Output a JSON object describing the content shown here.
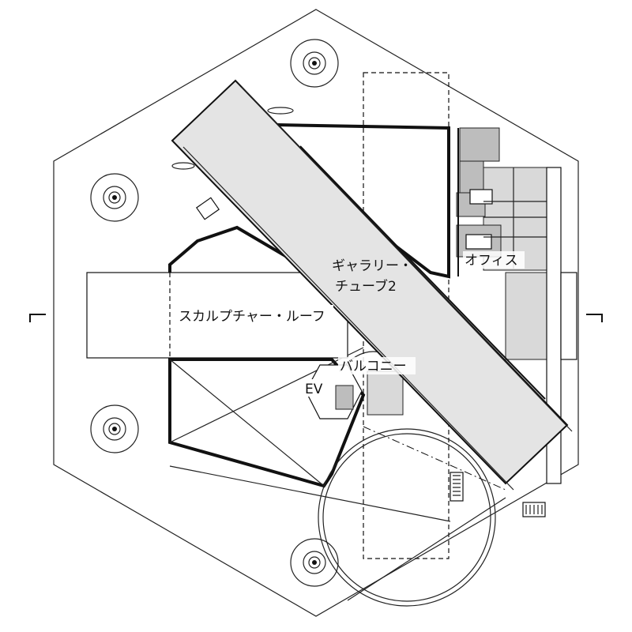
{
  "labels": {
    "gallery_tube": "ギャラリー・\nチューブ2",
    "sculpture_roof": "スカルプチャー・ルーフ",
    "balcony": "バルコニー",
    "office": "オフィス",
    "ev": "EV"
  },
  "colors": {
    "line": "#111111",
    "tube_fill": "#e4e4e4",
    "room_fill": "#bdbdbd",
    "background": "#ffffff"
  },
  "icons": [
    "column-icon",
    "section-marker-icon",
    "stair-icon"
  ]
}
